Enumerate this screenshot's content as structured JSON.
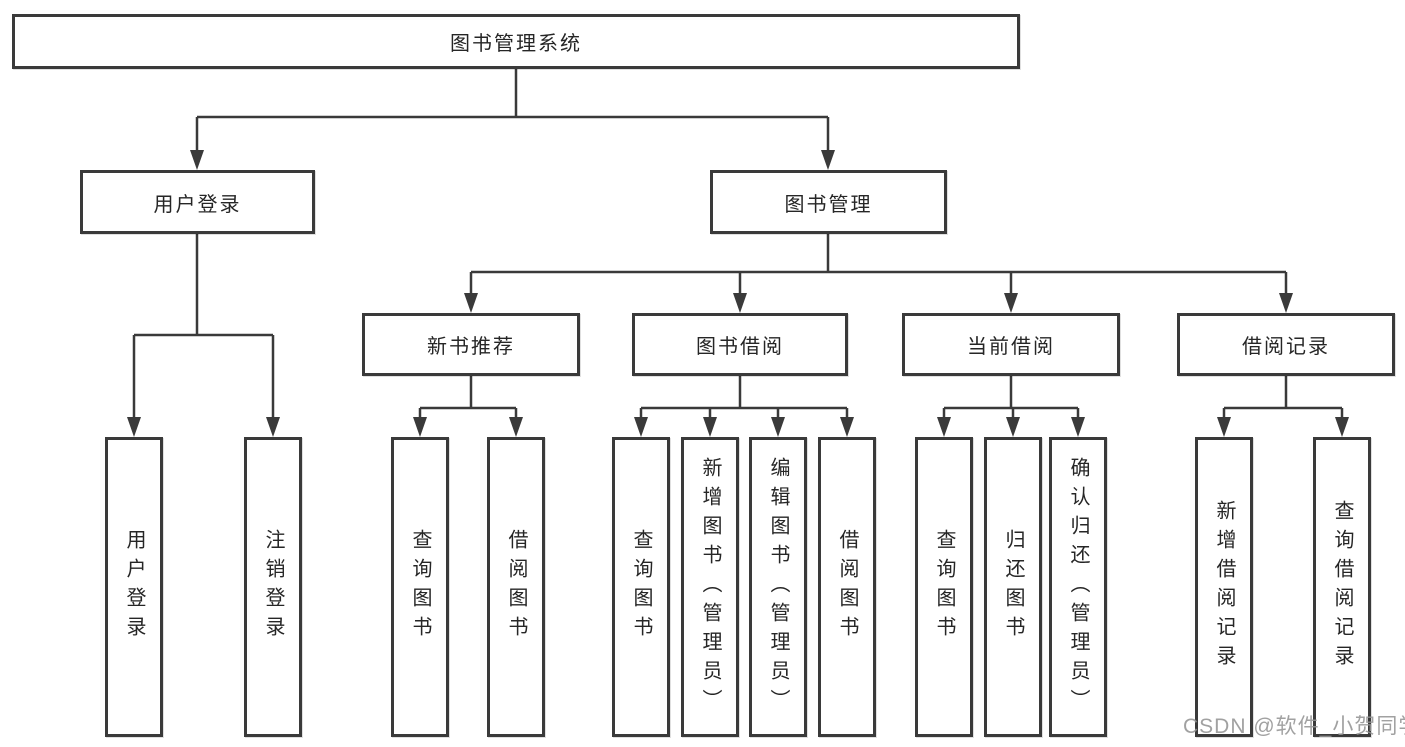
{
  "diagram_title": "图书管理系统",
  "nodes": {
    "root": {
      "label": "图书管理系统"
    },
    "userLogin": {
      "label": "用户登录"
    },
    "bookMgmt": {
      "label": "图书管理"
    },
    "newBooks": {
      "label": "新书推荐"
    },
    "bookBorrow": {
      "label": "图书借阅"
    },
    "currentBorrow": {
      "label": "当前借阅"
    },
    "borrowRecords": {
      "label": "借阅记录"
    },
    "leafUserLogin": {
      "label": "用户登录"
    },
    "leafLogout": {
      "label": "注销登录"
    },
    "leafQueryBooksA": {
      "label": "查询图书"
    },
    "leafBorrowBooksA": {
      "label": "借阅图书"
    },
    "leafQueryBooksB": {
      "label": "查询图书"
    },
    "leafAddBooks": {
      "label": "新增图书（管理员）"
    },
    "leafEditBooks": {
      "label": "编辑图书（管理员）"
    },
    "leafBorrowBooksB": {
      "label": "借阅图书"
    },
    "leafQueryBooksC": {
      "label": "查询图书"
    },
    "leafReturnBooks": {
      "label": "归还图书"
    },
    "leafConfirmReturn": {
      "label": "确认归还（管理员）"
    },
    "leafAddBorrowRecord": {
      "label": "新增借阅记录"
    },
    "leafQueryBorrowRecord": {
      "label": "查询借阅记录"
    }
  },
  "watermark": {
    "text": "CSDN @软件_小贺同学"
  },
  "colors": {
    "line": "#3a3a3a",
    "box_border": "#3a3a3a",
    "text": "#262626",
    "watermark": "#949494",
    "background": "#ffffff"
  }
}
